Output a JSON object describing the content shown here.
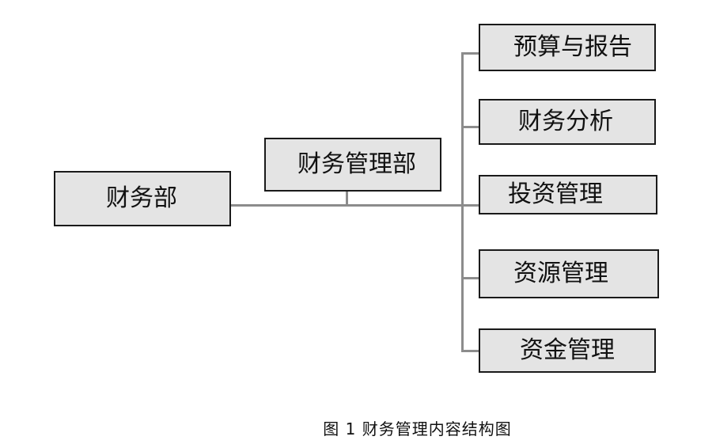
{
  "diagram": {
    "root": {
      "label": "财务部"
    },
    "management": {
      "label": "财务管理部"
    },
    "children": [
      {
        "label": "预算与报告"
      },
      {
        "label": "财务分析"
      },
      {
        "label": "投资管理"
      },
      {
        "label": "资源管理"
      },
      {
        "label": "资金管理"
      }
    ]
  },
  "caption": "图 1 财务管理内容结构图",
  "colors": {
    "box_fill": "#e4e4e4",
    "box_border": "#1a1a1a",
    "connector": "#8c8c8c",
    "text": "#111111"
  }
}
